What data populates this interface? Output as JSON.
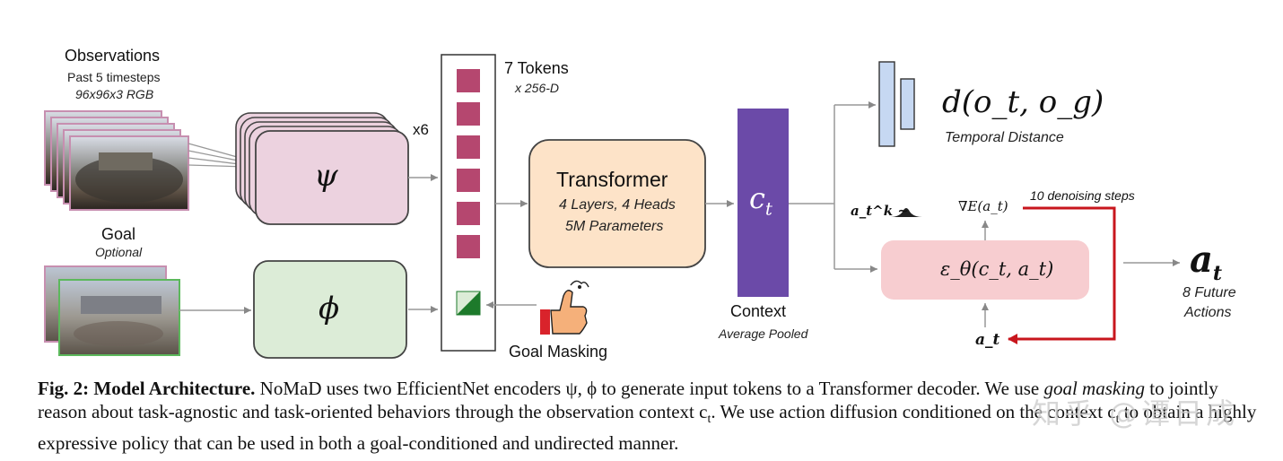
{
  "observations": {
    "title": "Observations",
    "line1": "Past 5 timesteps",
    "line2": "96x96x3 RGB"
  },
  "goal": {
    "title": "Goal",
    "subtitle": "Optional"
  },
  "encoders": {
    "psi": "ψ",
    "phi": "ϕ",
    "stack_count": "x6"
  },
  "tokens": {
    "title": "7 Tokens",
    "subtitle": "x 256-D"
  },
  "goal_masking": "Goal Masking",
  "transformer": {
    "title": "Transformer",
    "line1": "4 Layers, 4 Heads",
    "line2": "5M Parameters"
  },
  "context": {
    "symbol": "c",
    "sub": "t",
    "title": "Context",
    "subtitle": "Average Pooled"
  },
  "temporal": {
    "formula": "d(o_t, o_g)",
    "label": "Temporal Distance"
  },
  "diffusion": {
    "noise_label": "a_t^k ~",
    "grad_label": "∇E(a_t)",
    "denoise_label": "10 denoising steps",
    "box_label": "ε_θ(c_t, a_t)",
    "bottom_label": "a_t"
  },
  "output": {
    "symbol": "a",
    "sub": "t",
    "line1": "8 Future",
    "line2": "Actions"
  },
  "caption": {
    "fig_label": "Fig. 2: Model Architecture.",
    "text1": "NoMaD uses two EfficientNet encoders ψ, ϕ to generate input tokens to a Transformer decoder. We use",
    "emph": "goal masking",
    "text2": "to jointly reason about task-agnostic and task-oriented behaviors through the observation context c",
    "text3": ". We use action diffusion",
    "text4": "conditioned on the context c",
    "text5": "to obtain a highly expressive policy that can be used in both a goal-conditioned and undirected manner."
  },
  "watermark": "知乎 @谭日成",
  "colors": {
    "token": "#b5476f",
    "psi_fill": "#ecd2df",
    "phi_fill": "#dcecd7",
    "transformer_fill": "#fde3c8",
    "context_fill": "#6b4aa8",
    "eps_fill": "#f7cdd0",
    "temporal_fill": "#c6d8f2",
    "denoise_arrow": "#c8161d"
  }
}
